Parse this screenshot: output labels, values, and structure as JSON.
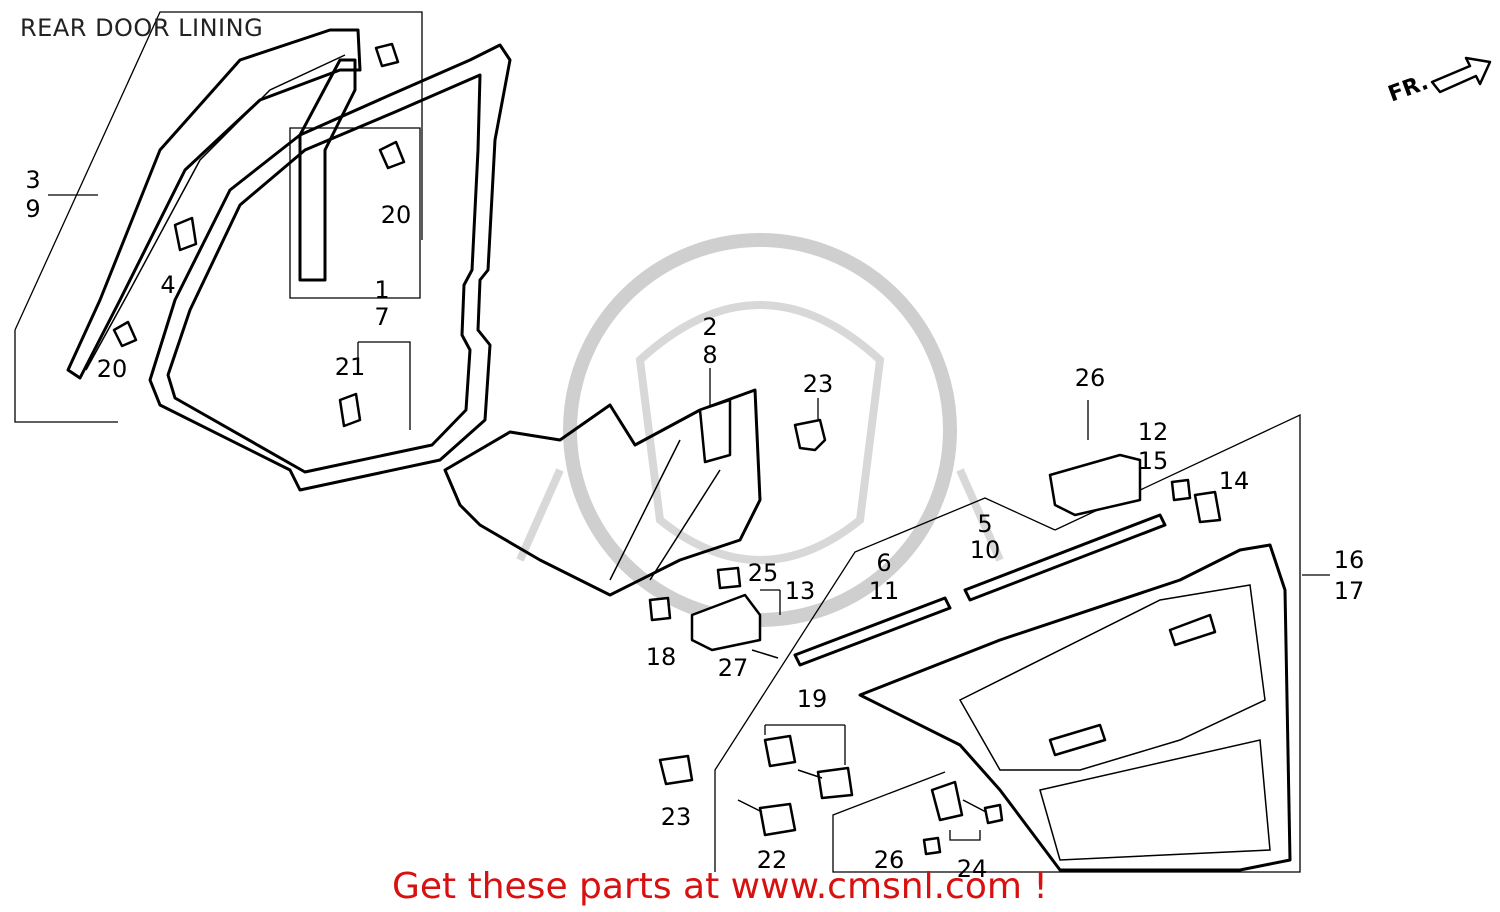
{
  "title": "REAR DOOR LINING",
  "direction_marker": "FR.",
  "footer": "Get these parts at www.cmsnl.com !",
  "colors": {
    "line": "#000000",
    "footer": "#d81010",
    "watermark": "#cfcfcf"
  },
  "callouts": {
    "c3": "3",
    "c9": "9",
    "c20a": "20",
    "c20b": "20",
    "c4": "4",
    "c1": "1",
    "c7": "7",
    "c21": "21",
    "c2": "2",
    "c8": "8",
    "c23a": "23",
    "c26a": "26",
    "c12": "12",
    "c15": "15",
    "c14": "14",
    "c5": "5",
    "c10": "10",
    "c6": "6",
    "c11": "11",
    "c16": "16",
    "c17": "17",
    "c25": "25",
    "c13": "13",
    "c18": "18",
    "c27": "27",
    "c19": "19",
    "c23b": "23",
    "c22": "22",
    "c26b": "26",
    "c24": "24"
  }
}
